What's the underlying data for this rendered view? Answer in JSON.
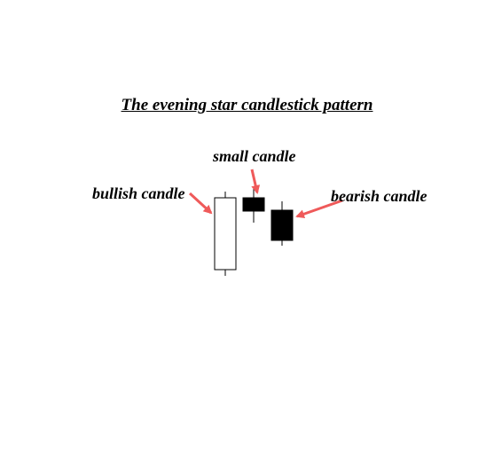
{
  "title": "The evening star candlestick pattern",
  "labels": {
    "small": "small candle",
    "bullish": "bullish candle",
    "bearish": "bearish candle"
  },
  "candles": [
    {
      "name": "bullish",
      "direction": "up",
      "fill": "#ffffff"
    },
    {
      "name": "small",
      "direction": "down",
      "fill": "#000000"
    },
    {
      "name": "bearish",
      "direction": "down",
      "fill": "#000000"
    }
  ],
  "colors": {
    "arrow": "#ef5a5a",
    "candle_outline": "#000000",
    "text": "#000000"
  }
}
